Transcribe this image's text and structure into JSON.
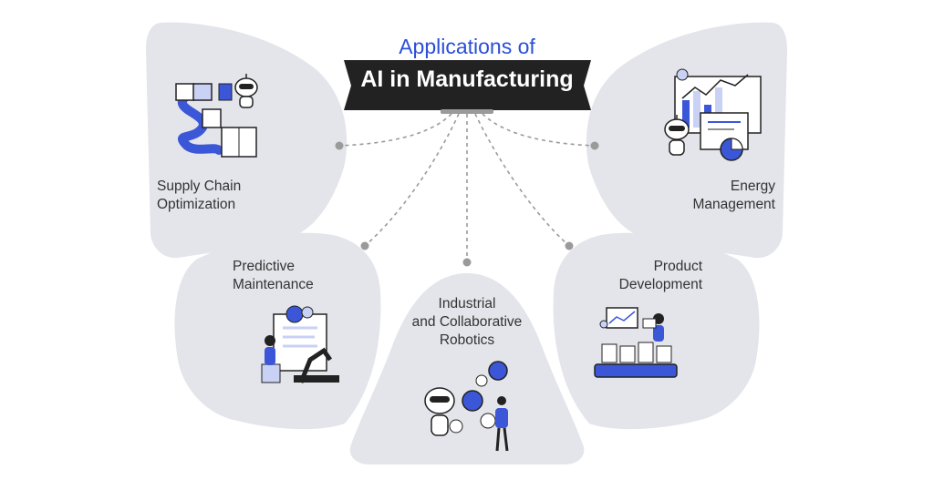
{
  "title": {
    "line1": "Applications of",
    "line2": "AI in Manufacturing"
  },
  "colors": {
    "accent": "#2a4fd8",
    "panel": "#e4e5ea",
    "banner": "#222222",
    "connector": "#9a9a9a"
  },
  "applications": [
    {
      "line1": "Supply Chain",
      "line2": "Optimization",
      "icon": "supply-chain-illustration"
    },
    {
      "line1": "Predictive",
      "line2": "Maintenance",
      "icon": "predictive-maintenance-illustration"
    },
    {
      "line1": "Industrial",
      "line2": "and Collaborative",
      "line3": "Robotics",
      "icon": "collaborative-robotics-illustration"
    },
    {
      "line1": "Product",
      "line2": "Development",
      "icon": "product-development-illustration"
    },
    {
      "line1": "Energy",
      "line2": "Management",
      "icon": "energy-management-illustration"
    }
  ]
}
